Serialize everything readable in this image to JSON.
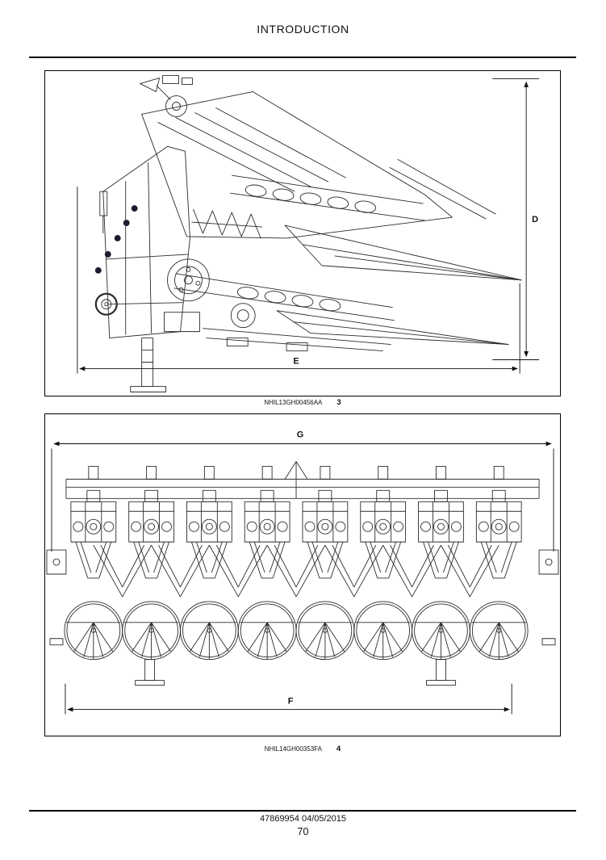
{
  "page": {
    "title": "INTRODUCTION",
    "footer": {
      "doc_ref": "47869954 04/05/2015",
      "page_number": "70"
    }
  },
  "figures": [
    {
      "code": "NHIL13GH00456AA",
      "number": "3",
      "dims": {
        "d": "D",
        "e": "E"
      }
    },
    {
      "code": "NHIL14GH00353FA",
      "number": "4",
      "dims": {
        "g": "G",
        "f": "F"
      }
    }
  ]
}
